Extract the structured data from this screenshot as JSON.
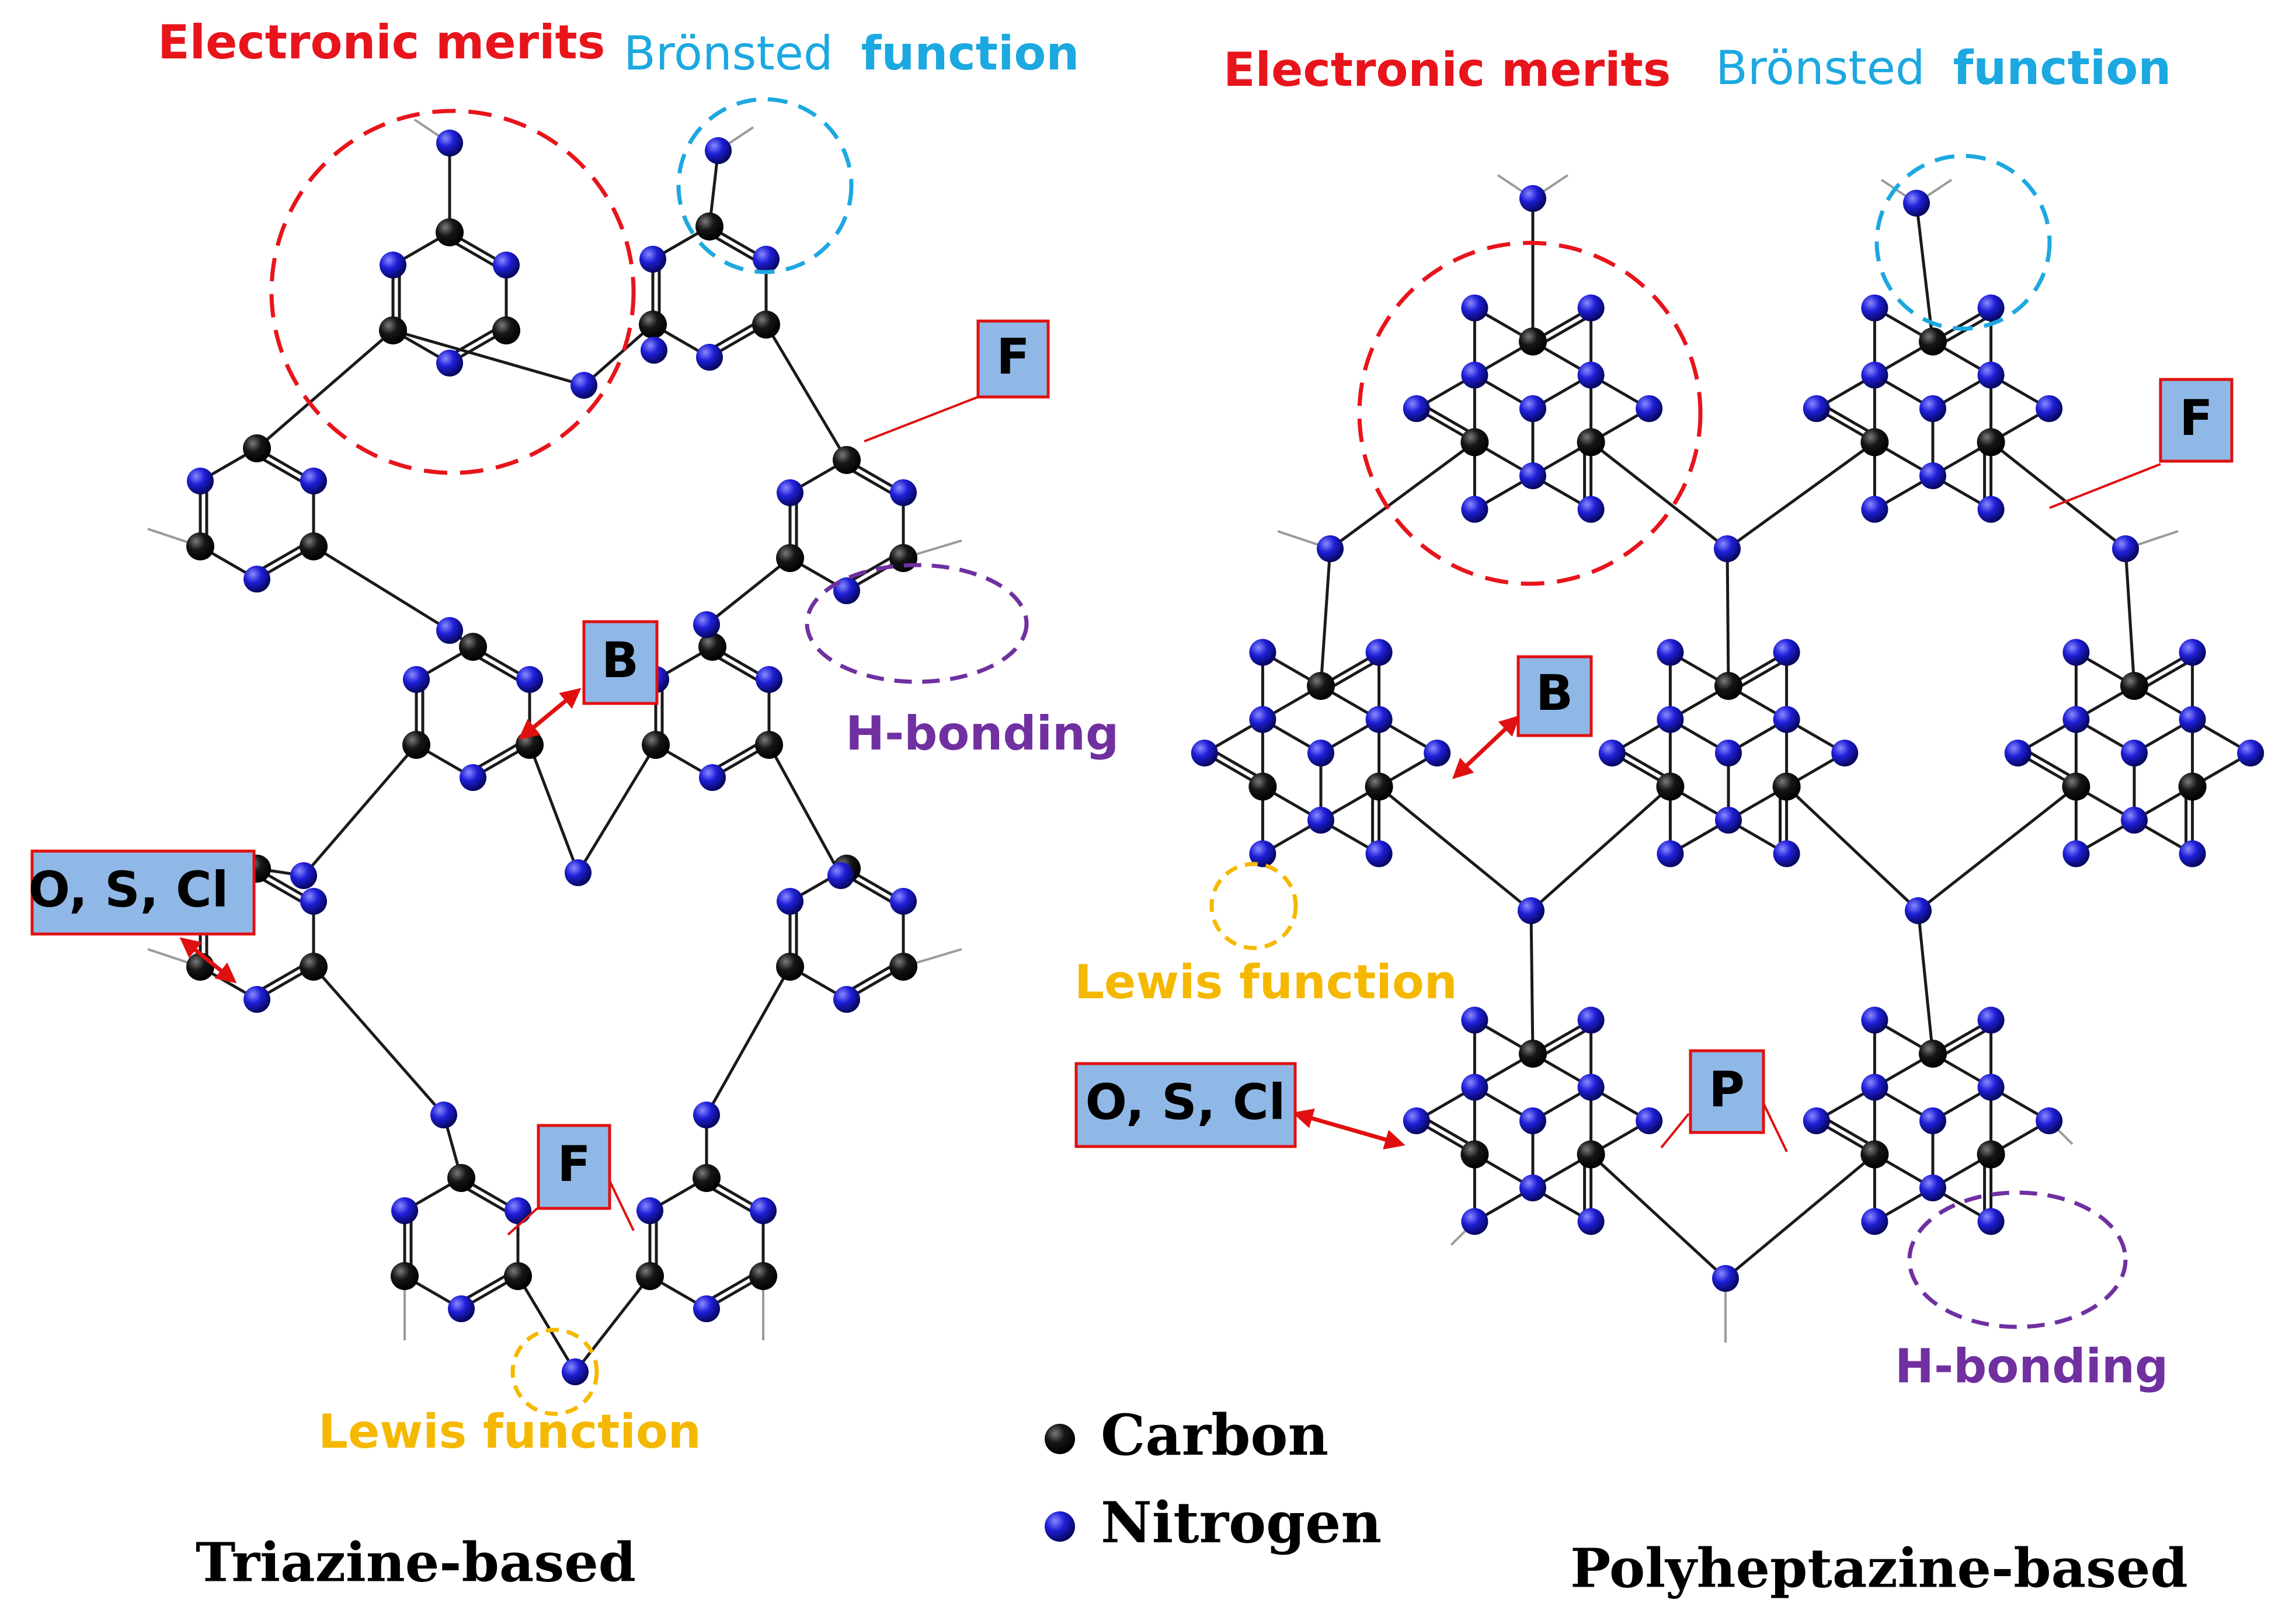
{
  "colors": {
    "carbon": "#111111",
    "nitrogen": "#1515c8",
    "electronic": "#e8141c",
    "bronsted": "#1ca8e0",
    "hbond": "#7030a0",
    "lewis": "#f5b800",
    "callout_fill": "#8fb8e6",
    "callout_border": "#e01010",
    "arrow": "#e01010"
  },
  "left_panel": {
    "caption": "Triazine-based",
    "labels": {
      "electronic": "Electronic merits",
      "bronsted_a": "Brönsted",
      "bronsted_b": "function",
      "hbond": "H-bonding",
      "lewis": "Lewis function"
    },
    "callouts": {
      "f_top": "F",
      "b": "B",
      "osc": "O, S, Cl",
      "f_bottom": "F"
    }
  },
  "right_panel": {
    "caption": "Polyheptazine-based",
    "labels": {
      "electronic": "Electronic merits",
      "bronsted_a": "Brönsted",
      "bronsted_b": "function",
      "hbond": "H-bonding",
      "lewis": "Lewis function"
    },
    "callouts": {
      "f": "F",
      "b": "B",
      "osc": "O, S, Cl",
      "p": "P"
    }
  },
  "legend": {
    "carbon": "Carbon",
    "nitrogen": "Nitrogen"
  }
}
